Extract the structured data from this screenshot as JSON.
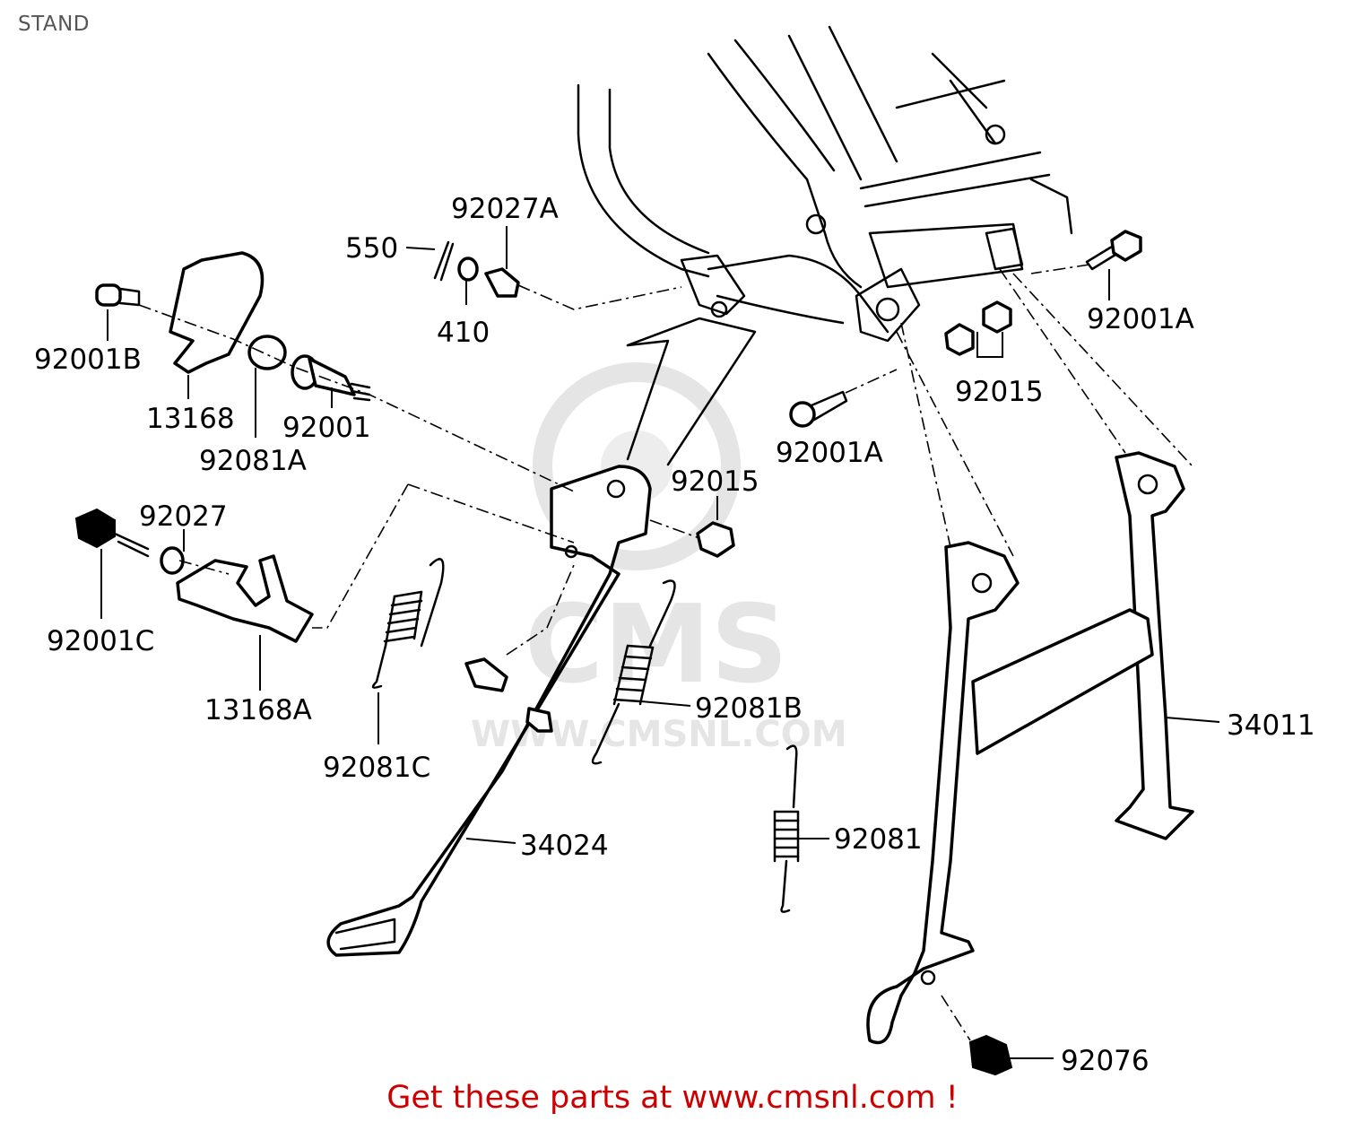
{
  "title": "STAND",
  "watermark": {
    "brand": "CMS",
    "url": "WWW.CMSNL.COM"
  },
  "callouts": [
    "92027A",
    "550",
    "410",
    "92001B",
    "13168",
    "92001",
    "92081A",
    "92027",
    "92001C",
    "13168A",
    "92015",
    "92081C",
    "92081B",
    "34024",
    "92081",
    "92001A",
    "92015",
    "92001A",
    "34011",
    "92076"
  ],
  "footer": {
    "prefix": "Get these parts at ",
    "link_text": "www.cmsnl.com",
    "suffix": " !"
  },
  "colors": {
    "footer": "#cc0000",
    "title": "#555555",
    "watermark": "#cccccc"
  }
}
